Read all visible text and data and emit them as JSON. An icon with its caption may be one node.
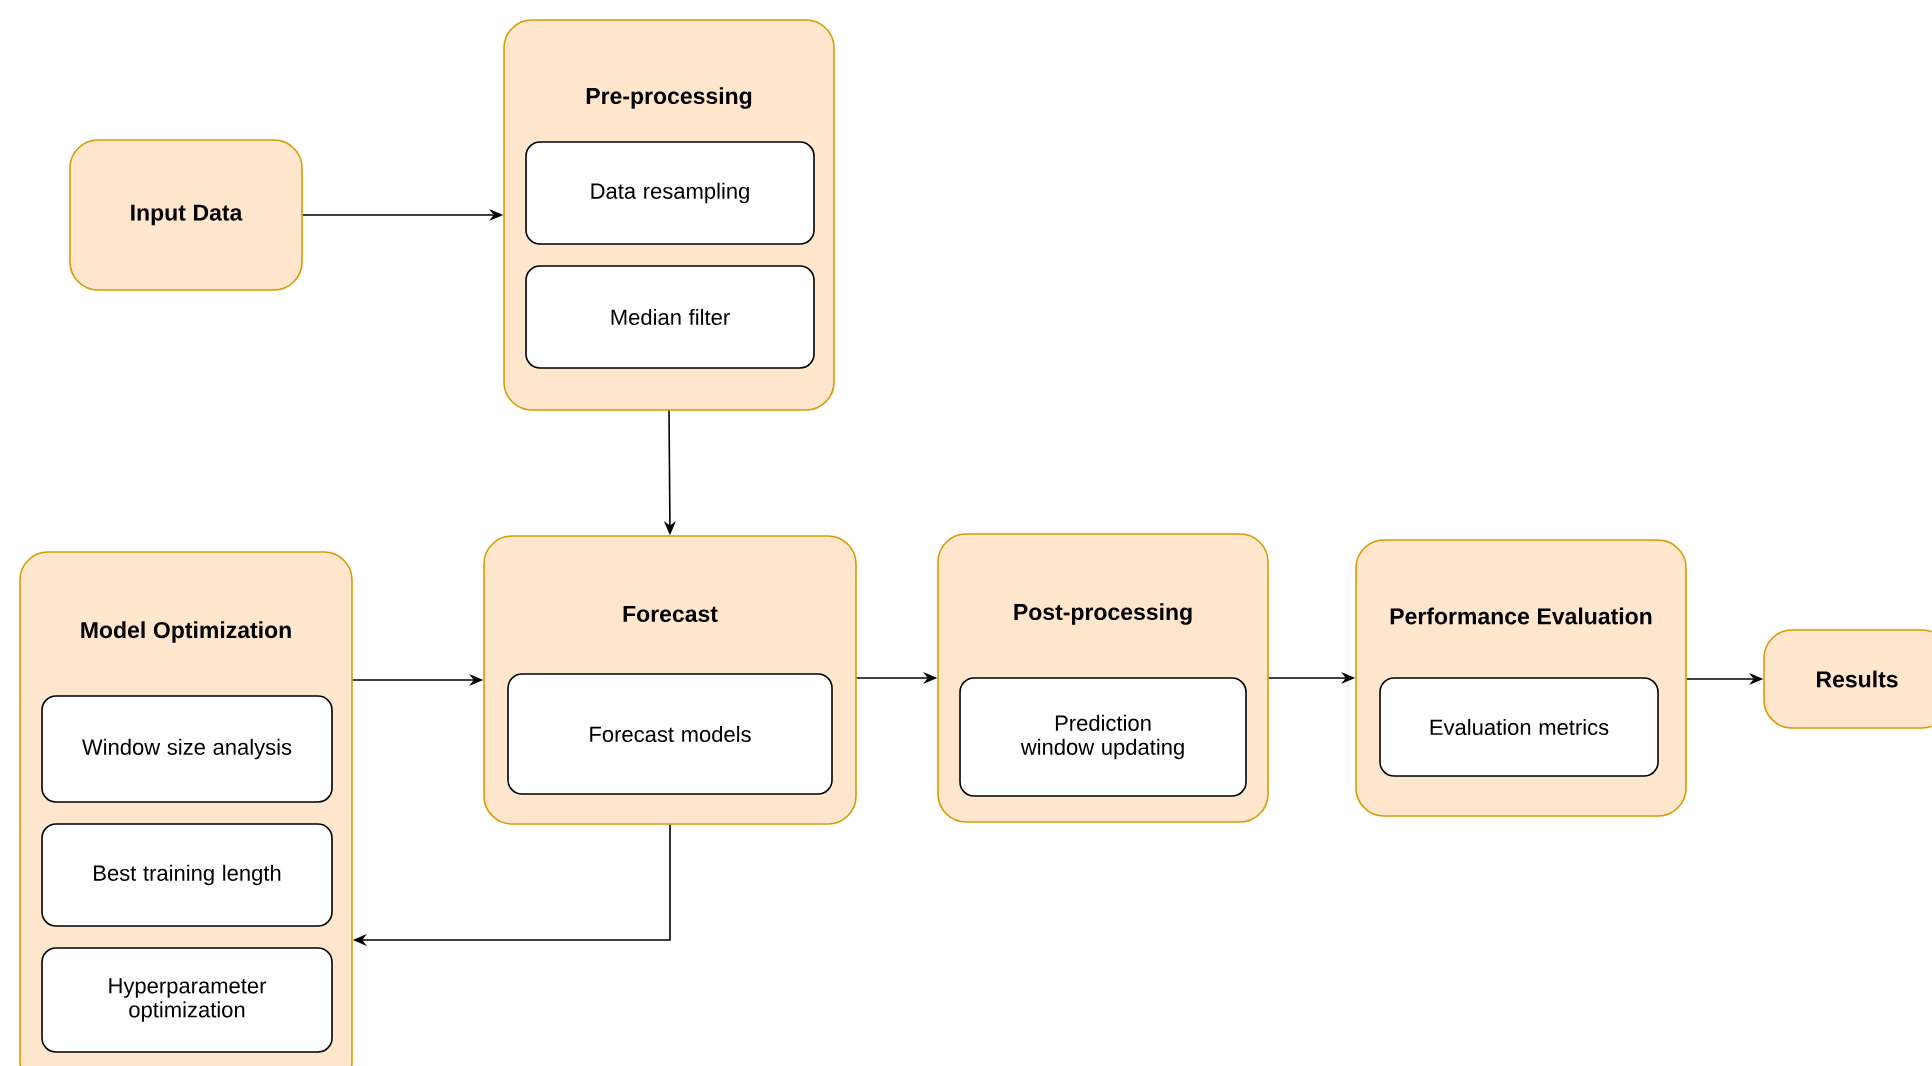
{
  "diagram": {
    "nodes": [
      {
        "text": [
          "Input Data"
        ]
      },
      {
        "text": [
          "Pre-processing"
        ]
      },
      {
        "text": [
          "Data resampling"
        ],
        "in": 1
      },
      {
        "text": [
          "Median filter"
        ],
        "in": 1
      },
      {
        "text": [
          "Model Optimization"
        ]
      },
      {
        "text": [
          "Window size analysis"
        ],
        "in": 4
      },
      {
        "text": [
          "Best training length"
        ],
        "in": 4
      },
      {
        "text": [
          "Hyperparameter optimization"
        ],
        "in": 4
      },
      {
        "text": [
          "Forecast"
        ]
      },
      {
        "text": [
          "Forecast models"
        ],
        "in": 8
      },
      {
        "text": [
          "Post-processing"
        ]
      },
      {
        "text": [
          "Prediction window updating"
        ],
        "in": 10
      },
      {
        "text": [
          "Performance Evaluation"
        ]
      },
      {
        "text": [
          "Evaluation metrics"
        ],
        "in": 12
      },
      {
        "text": [
          "Results"
        ]
      }
    ],
    "edges": [
      {
        "from": 0,
        "to": 1,
        "arrow": "to"
      },
      {
        "from": 1,
        "to": 8,
        "arrow": "to"
      },
      {
        "from": 4,
        "to": 8,
        "arrow": "to"
      },
      {
        "from": 8,
        "to": 4,
        "arrow": "to"
      },
      {
        "from": 8,
        "to": 10,
        "arrow": "to"
      },
      {
        "from": 10,
        "to": 12,
        "arrow": "to"
      },
      {
        "from": 12,
        "to": 14,
        "arrow": "to"
      }
    ]
  }
}
